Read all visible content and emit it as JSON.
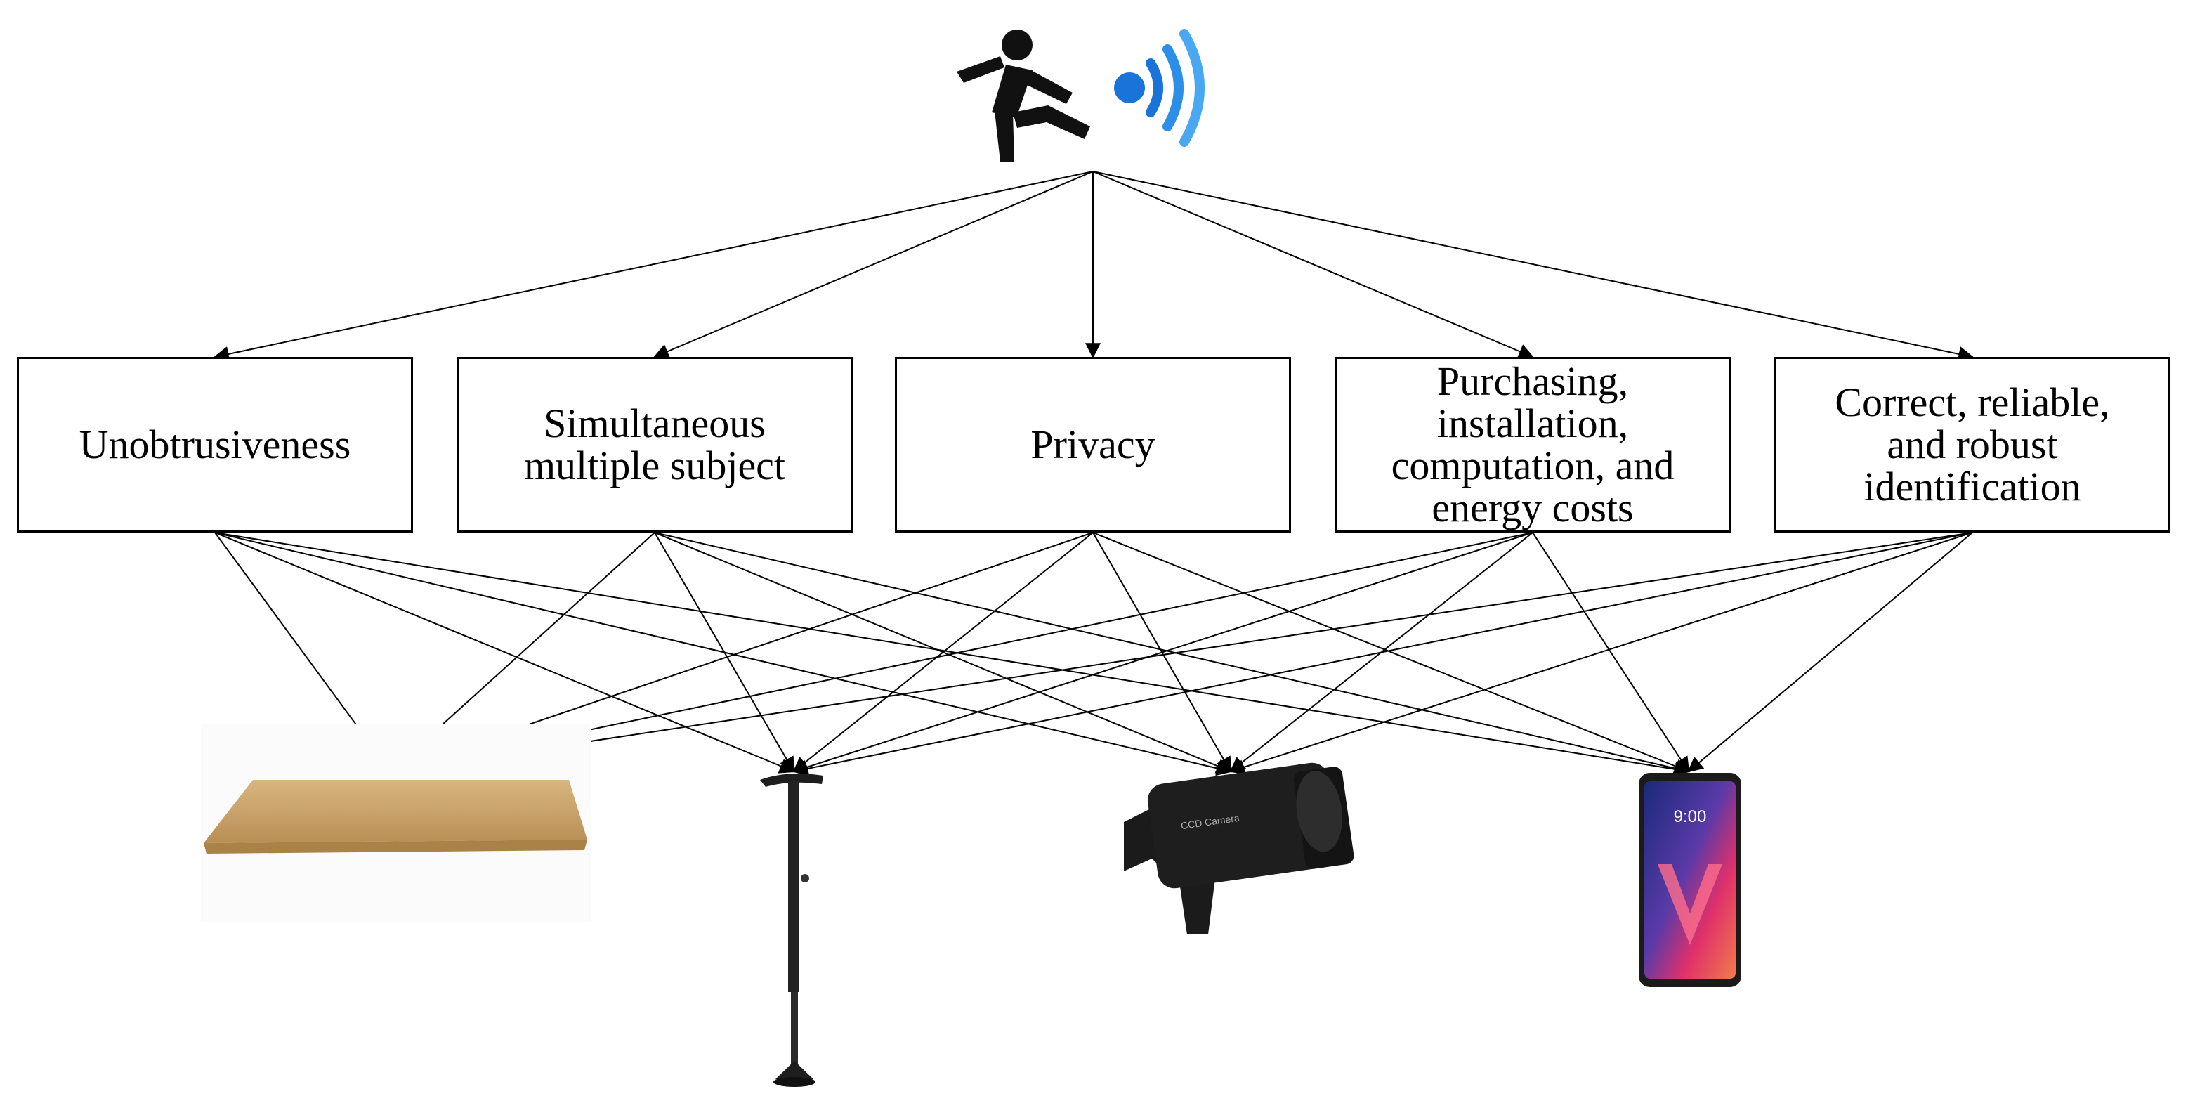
{
  "goal": {
    "icons": [
      "falling-person-icon",
      "wireless-signal-icon"
    ]
  },
  "criteria": [
    {
      "label": "Unobtrusiveness"
    },
    {
      "label": "Simultaneous\nmultiple subject"
    },
    {
      "label": "Privacy"
    },
    {
      "label": "Purchasing,\ninstallation,\ncomputation, and\nenergy costs"
    },
    {
      "label": "Correct, reliable,\nand robust\nidentification"
    }
  ],
  "alternatives": [
    {
      "name": "floor-mat",
      "icon": "floor-mat-icon"
    },
    {
      "name": "walking-cane",
      "icon": "walking-cane-icon"
    },
    {
      "name": "security-camera",
      "icon": "security-camera-icon",
      "label": "CCD Camera"
    },
    {
      "name": "smartphone",
      "icon": "smartphone-icon",
      "time": "9:00"
    }
  ],
  "colors": {
    "line": "#000000",
    "signal_blue": "#1a73d9",
    "signal_light": "#5ab4f5",
    "mat": "#c9a46b",
    "device_dark": "#1b1b1b"
  }
}
